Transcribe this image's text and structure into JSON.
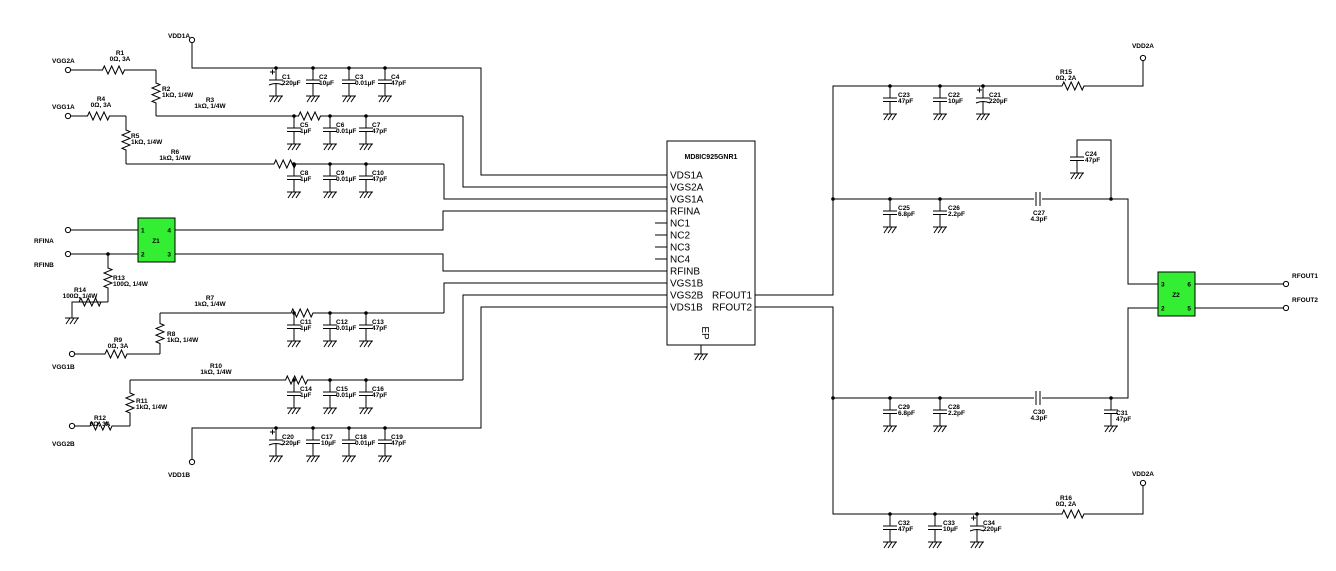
{
  "ic": {
    "title": "MD8IC925GNR1",
    "left_pins": [
      "VDS1A",
      "VGS2A",
      "VGS1A",
      "RFINA",
      "NC1",
      "NC2",
      "NC3",
      "NC4",
      "RFINB",
      "VGS1B",
      "VGS2B",
      "VDS1B"
    ],
    "right_pins": [
      "RFOUT1",
      "RFOUT2"
    ],
    "bottom_pin": "EP"
  },
  "nets": {
    "vdd1a": "VDD1A",
    "vdd1b": "VDD1B",
    "vgg2a": "VGG2A",
    "vgg1a": "VGG1A",
    "vgg1b": "VGG1B",
    "vgg2b": "VGG2B",
    "rfina": "RFINA",
    "rfinb": "RFINB",
    "vdd2a_top": "VDD2A",
    "vdd2a_bottom": "VDD2A",
    "rfout1": "RFOUT1",
    "rfout2": "RFOUT2"
  },
  "z1": {
    "ref": "Z1",
    "pins": [
      "1",
      "4",
      "2",
      "3"
    ]
  },
  "z2": {
    "ref": "Z2",
    "pins": [
      "3",
      "6",
      "2",
      "5"
    ]
  },
  "resistors": {
    "R1": [
      "R1",
      "0Ω, 3A"
    ],
    "R2": [
      "R2",
      "1kΩ, 1/4W"
    ],
    "R3": [
      "R3",
      "1kΩ, 1/4W"
    ],
    "R4": [
      "R4",
      "0Ω, 3A"
    ],
    "R5": [
      "R5",
      "1kΩ, 1/4W"
    ],
    "R6": [
      "R6",
      "1kΩ, 1/4W"
    ],
    "R7": [
      "R7",
      "1kΩ, 1/4W"
    ],
    "R8": [
      "R8",
      "1kΩ, 1/4W"
    ],
    "R9": [
      "R9",
      "0Ω, 3A"
    ],
    "R10": [
      "R10",
      "1kΩ, 1/4W"
    ],
    "R11": [
      "R11",
      "1kΩ, 1/4W"
    ],
    "R12": [
      "R12",
      "0Ω, 3A"
    ],
    "R13": [
      "R13",
      "100Ω, 1/4W"
    ],
    "R14": [
      "R14",
      "100Ω, 1/4W"
    ],
    "R15": [
      "R15",
      "0Ω, 2A"
    ],
    "R16": [
      "R16",
      "0Ω, 2A"
    ]
  },
  "capacitors": {
    "C1": [
      "C1",
      "220µF"
    ],
    "C2": [
      "C2",
      "10µF"
    ],
    "C3": [
      "C3",
      "0.01µF"
    ],
    "C4": [
      "C4",
      "47pF"
    ],
    "C5": [
      "C5",
      "1µF"
    ],
    "C6": [
      "C6",
      "0.01µF"
    ],
    "C7": [
      "C7",
      "47pF"
    ],
    "C8": [
      "C8",
      "1µF"
    ],
    "C9": [
      "C9",
      "0.01µF"
    ],
    "C10": [
      "C10",
      "47pF"
    ],
    "C11": [
      "C11",
      "1µF"
    ],
    "C12": [
      "C12",
      "0.01µF"
    ],
    "C13": [
      "C13",
      "47pF"
    ],
    "C14": [
      "C14",
      "1µF"
    ],
    "C15": [
      "C15",
      "0.01µF"
    ],
    "C16": [
      "C16",
      "47pF"
    ],
    "C17": [
      "C17",
      "10µF"
    ],
    "C18": [
      "C18",
      "0.01µF"
    ],
    "C19": [
      "C19",
      "47pF"
    ],
    "C20": [
      "C20",
      "220µF"
    ],
    "C21": [
      "C21",
      "220µF"
    ],
    "C22": [
      "C22",
      "10µF"
    ],
    "C23": [
      "C23",
      "47pF"
    ],
    "C24": [
      "C24",
      "47pF"
    ],
    "C25": [
      "C25",
      "6.8pF"
    ],
    "C26": [
      "C26",
      "2.2pF"
    ],
    "C27": [
      "C27",
      "4.3pF"
    ],
    "C28": [
      "C28",
      "2.2pF"
    ],
    "C29": [
      "C29",
      "6.8pF"
    ],
    "C30": [
      "C30",
      "4.3pF"
    ],
    "C31": [
      "C31",
      "47pF"
    ],
    "C32": [
      "C32",
      "47pF"
    ],
    "C33": [
      "C33",
      "10µF"
    ],
    "C34": [
      "C34",
      "220µF"
    ]
  }
}
